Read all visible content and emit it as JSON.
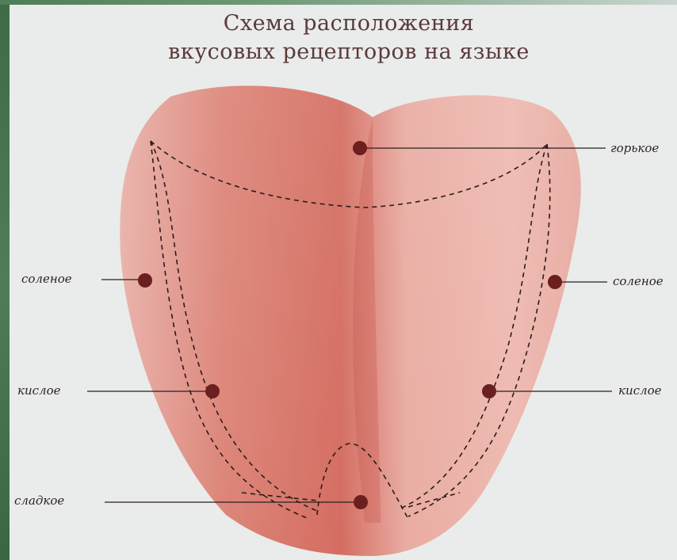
{
  "title": {
    "line1": "Схема расположения",
    "line2": "вкусовых рецепторов на языке"
  },
  "labels": {
    "bitter": "горькое",
    "salty_left": "соленое",
    "salty_right": "соленое",
    "sour_left": "кислое",
    "sour_right": "кислое",
    "sweet": "сладкое"
  },
  "colors": {
    "tongue_light": "#eab2aa",
    "tongue_dark": "#d67568",
    "dot": "#6b1f1f",
    "line": "#3a2a2a",
    "title": "#5b3a3c"
  }
}
